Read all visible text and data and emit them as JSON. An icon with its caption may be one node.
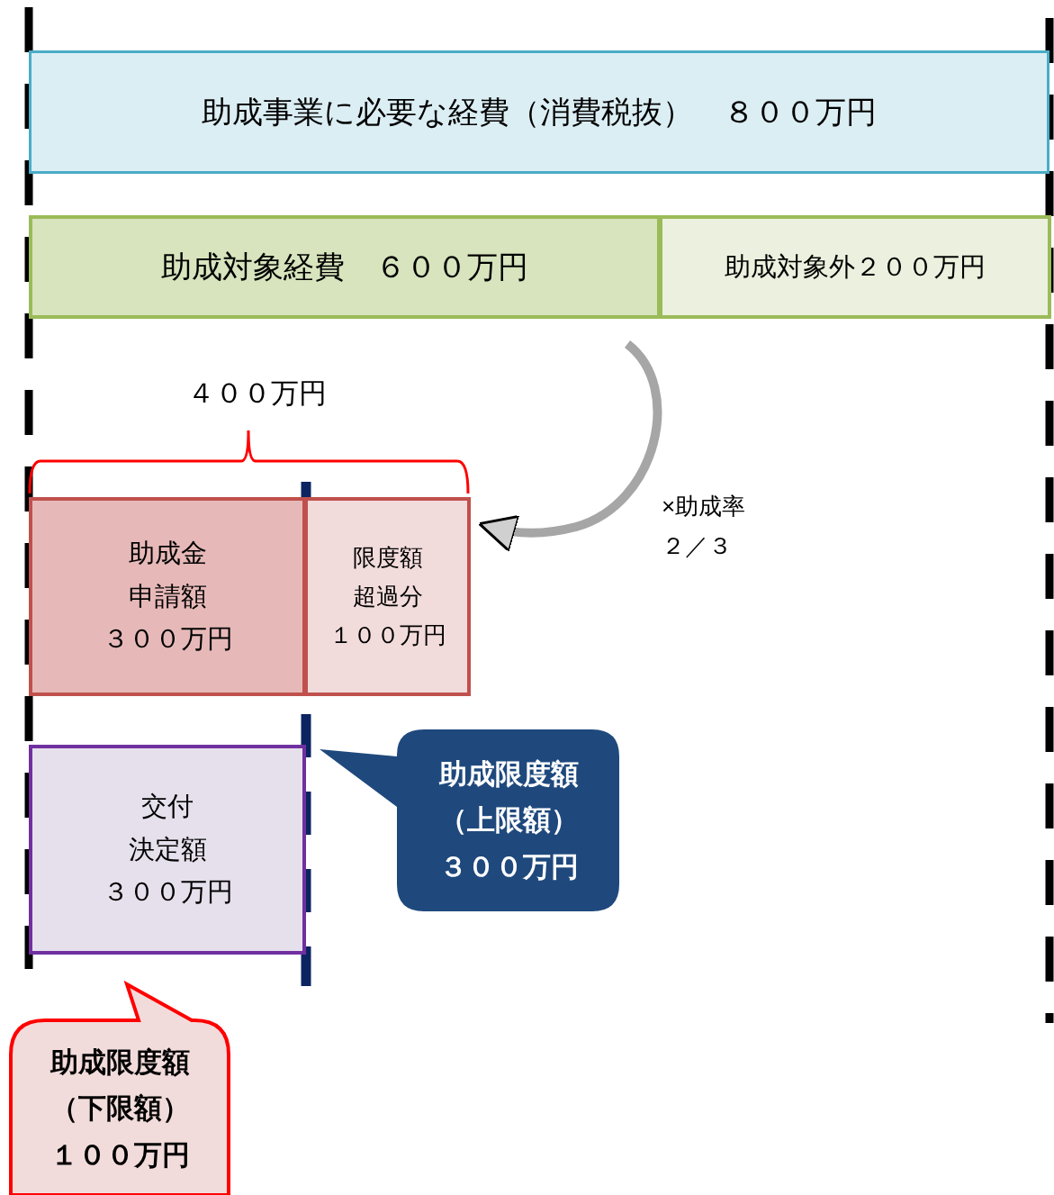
{
  "diagram": {
    "nodes": [
      {
        "text": [
          "助成事業に必要な経費（消費税抜）　８００万円"
        ]
      },
      {
        "text": [
          "助成対象経費　６００万円"
        ]
      },
      {
        "text": [
          "助成対象外２００万円"
        ]
      },
      {
        "text": [
          "助成金",
          "申請額",
          "３００万円"
        ]
      },
      {
        "text": [
          "限度額",
          "超過分",
          "１００万円"
        ]
      },
      {
        "text": [
          "交付",
          "決定額",
          "３００万円"
        ]
      },
      {
        "text": [
          "助成限度額",
          "（上限額）",
          "３００万円"
        ]
      },
      {
        "text": [
          "助成限度額",
          "（下限額）",
          "１００万円"
        ]
      }
    ],
    "edges": [
      {
        "from": 1,
        "to": 4,
        "arrow": "to",
        "label": "×助成率２／３"
      }
    ],
    "labels": [
      "４００万円"
    ]
  }
}
